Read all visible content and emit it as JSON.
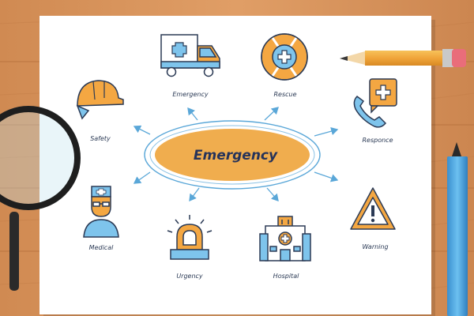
{
  "colors": {
    "wood": "#d8925a",
    "paper": "#ffffff",
    "ellipse": "#f0ad4e",
    "outline": "#2b3a55",
    "icon_blue": "#7ec4ec",
    "icon_orange": "#f4a742",
    "arrow": "#5aa7d8"
  },
  "diagram": {
    "center_label": "Emergency",
    "nodes": [
      {
        "label": "Emergency",
        "icon": "ambulance-icon"
      },
      {
        "label": "Rescue",
        "icon": "lifebuoy-icon"
      },
      {
        "label": "Responce",
        "icon": "phone-call-icon"
      },
      {
        "label": "Warning",
        "icon": "warning-triangle-icon"
      },
      {
        "label": "Hospital",
        "icon": "hospital-icon"
      },
      {
        "label": "Urgency",
        "icon": "siren-icon"
      },
      {
        "label": "Medical",
        "icon": "doctor-icon"
      },
      {
        "label": "Safety",
        "icon": "hard-hat-icon"
      }
    ]
  },
  "props": [
    "pencil",
    "magnifying-glass",
    "pen"
  ]
}
